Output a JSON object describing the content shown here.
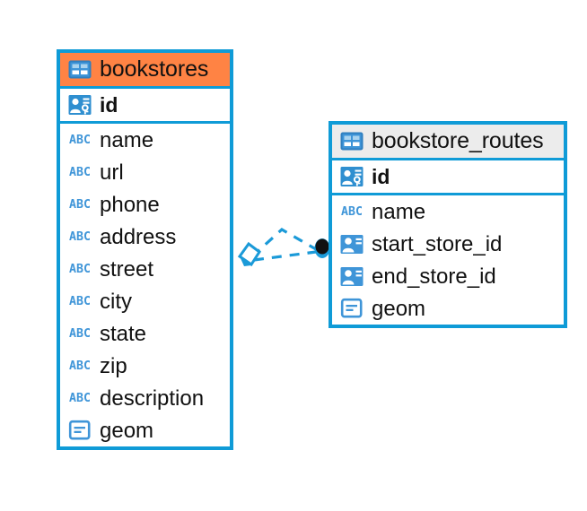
{
  "diagram": {
    "type": "entity-relationship-diagram",
    "background": "#ffffff",
    "accent_color": "#0f9bd7",
    "selected_color": "#ff8344",
    "header_color": "#ececec",
    "icon_color": "#3f95d8"
  },
  "tables": [
    {
      "name": "bookstores",
      "selected": true,
      "table_icon": "table-grid-icon",
      "primary_key": {
        "label": "id",
        "icon": "primary-key-icon"
      },
      "fields": [
        {
          "label": "name",
          "icon": "abc-text-icon",
          "icon_text": "ABC"
        },
        {
          "label": "url",
          "icon": "abc-text-icon",
          "icon_text": "ABC"
        },
        {
          "label": "phone",
          "icon": "abc-text-icon",
          "icon_text": "ABC"
        },
        {
          "label": "address",
          "icon": "abc-text-icon",
          "icon_text": "ABC"
        },
        {
          "label": "street",
          "icon": "abc-text-icon",
          "icon_text": "ABC"
        },
        {
          "label": "city",
          "icon": "abc-text-icon",
          "icon_text": "ABC"
        },
        {
          "label": "state",
          "icon": "abc-text-icon",
          "icon_text": "ABC"
        },
        {
          "label": "zip",
          "icon": "abc-text-icon",
          "icon_text": "ABC"
        },
        {
          "label": "description",
          "icon": "abc-text-icon",
          "icon_text": "ABC"
        },
        {
          "label": "geom",
          "icon": "geometry-icon",
          "icon_text": ""
        }
      ]
    },
    {
      "name": "bookstore_routes",
      "selected": false,
      "table_icon": "table-grid-icon",
      "primary_key": {
        "label": "id",
        "icon": "primary-key-icon"
      },
      "fields": [
        {
          "label": "name",
          "icon": "abc-text-icon",
          "icon_text": "ABC"
        },
        {
          "label": "start_store_id",
          "icon": "foreign-key-icon",
          "icon_text": ""
        },
        {
          "label": "end_store_id",
          "icon": "foreign-key-icon",
          "icon_text": ""
        },
        {
          "label": "geom",
          "icon": "geometry-icon",
          "icon_text": ""
        }
      ]
    }
  ],
  "relationship": {
    "from_table": "bookstores",
    "to_table": "bookstore_routes",
    "from_marker": "diamond-many-marker",
    "to_marker": "filled-circle-one-marker",
    "line_style": "dashed",
    "line_color": "#1b9ad8"
  }
}
